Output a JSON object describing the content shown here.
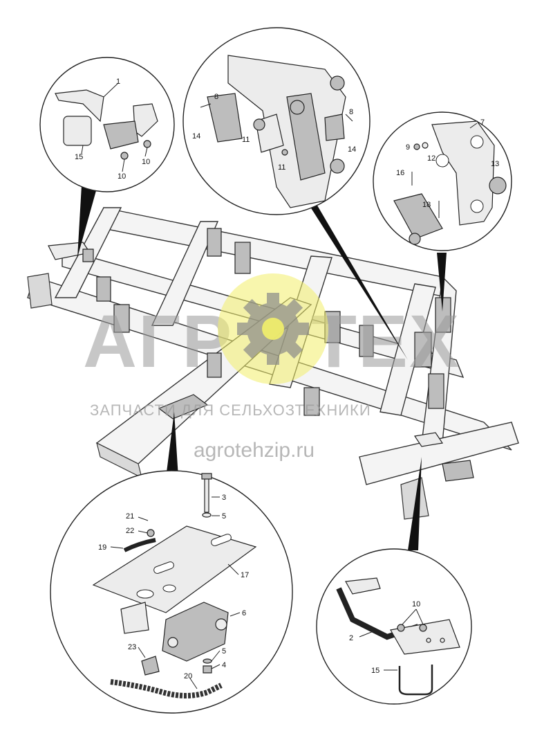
{
  "watermark": {
    "logo_text_left": "АГР",
    "logo_text_right": "ТЕХ",
    "subtitle": "ЗАПЧАСТИ ДЛЯ СЕЛЬХОЗТЕХНИКИ",
    "url": "agrotehzip.ru",
    "gear_color": "#f2ef6a"
  },
  "callouts": {
    "top_left": [
      "1",
      "15",
      "10",
      "10"
    ],
    "top_center": [
      "8",
      "8",
      "14",
      "14",
      "11",
      "11"
    ],
    "top_right": [
      "7",
      "9",
      "12",
      "13",
      "16",
      "18"
    ],
    "bottom_left": [
      "3",
      "5",
      "21",
      "22",
      "19",
      "17",
      "6",
      "23",
      "5",
      "4",
      "20"
    ],
    "bottom_right": [
      "10",
      "2",
      "15"
    ]
  }
}
